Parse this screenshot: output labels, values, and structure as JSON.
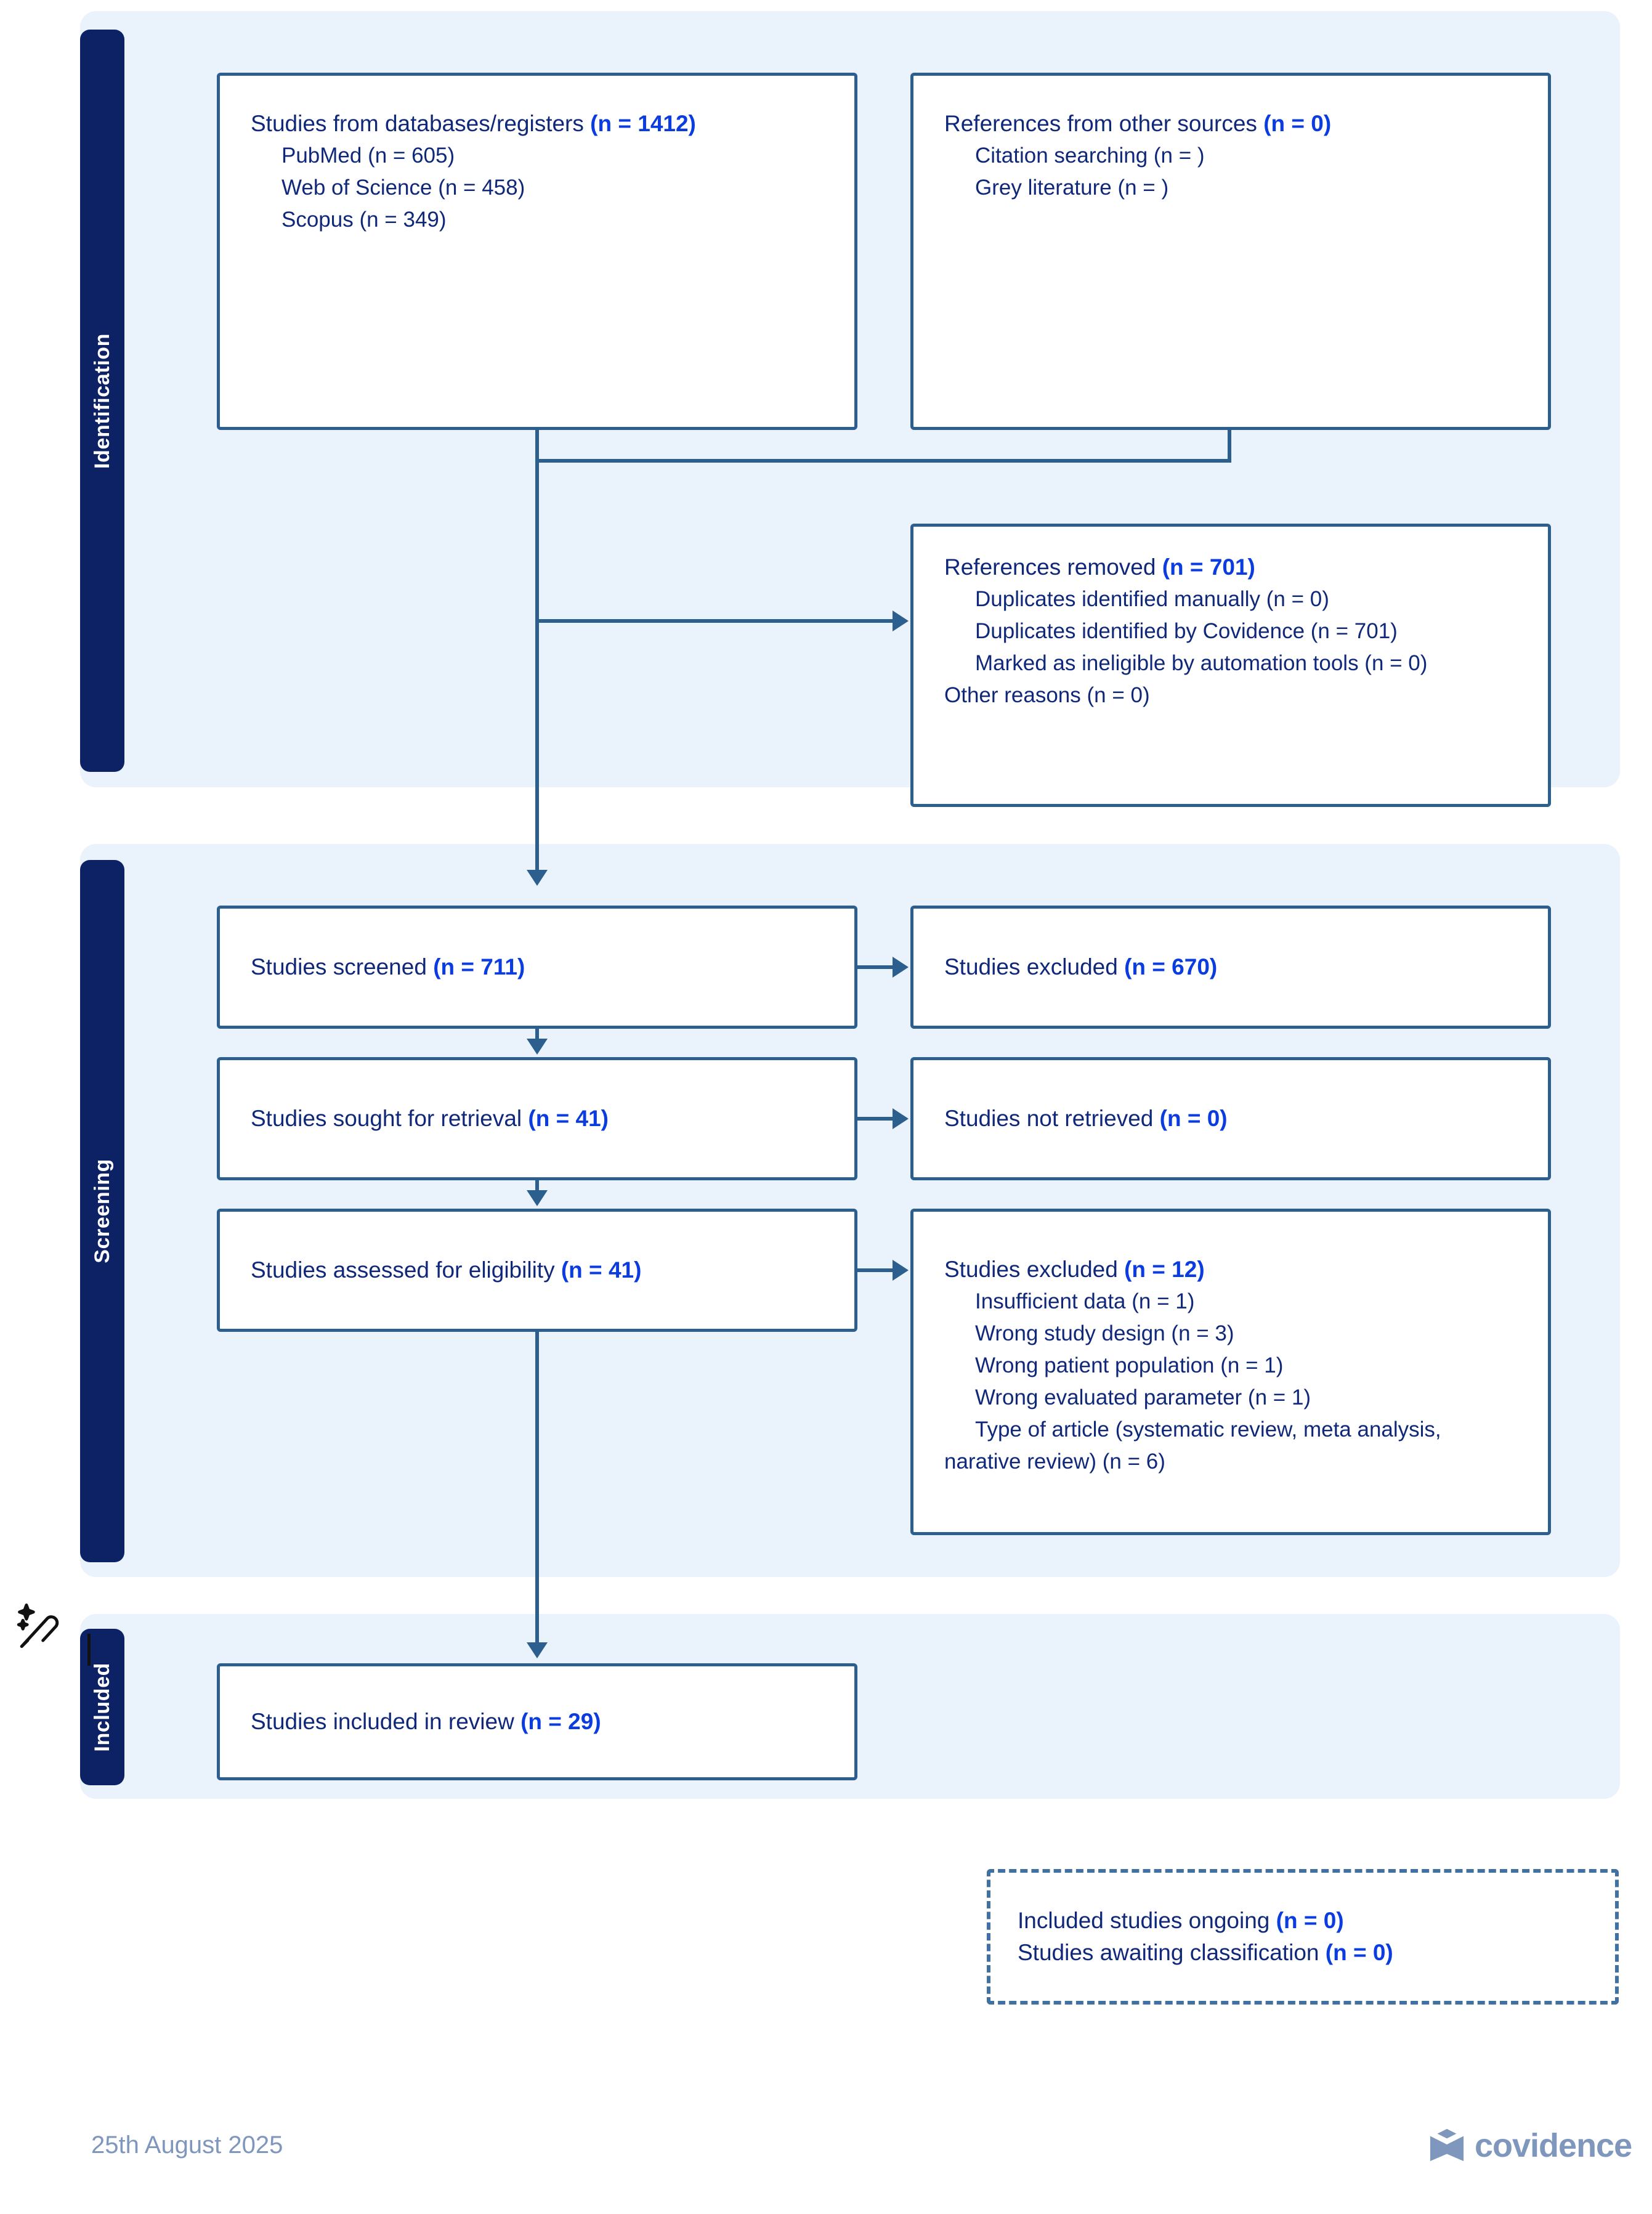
{
  "sections": {
    "identification": "Identification",
    "screening": "Screening",
    "included": "Included"
  },
  "boxes": {
    "databases": {
      "title": "Studies from databases/registers",
      "count": "(n = 1412)",
      "items": [
        "PubMed (n = 605)",
        "Web of Science (n = 458)",
        "Scopus (n = 349)"
      ]
    },
    "other_sources": {
      "title": "References from other sources",
      "count": "(n = 0)",
      "items": [
        "Citation searching (n = )",
        "Grey literature (n = )"
      ]
    },
    "references_removed": {
      "title": "References removed",
      "count": "(n = 701)",
      "items": [
        "Duplicates identified manually (n = 0)",
        "Duplicates identified by Covidence (n = 701)",
        "Marked as ineligible by automation tools (n = 0)"
      ],
      "items_flush": [
        "Other reasons (n = 0)"
      ]
    },
    "studies_screened": {
      "title": "Studies screened",
      "count": "(n = 711)"
    },
    "studies_excluded_screen": {
      "title": "Studies excluded",
      "count": "(n = 670)"
    },
    "studies_sought": {
      "title": "Studies sought for retrieval",
      "count": "(n = 41)"
    },
    "studies_not_retrieved": {
      "title": "Studies not retrieved",
      "count": "(n = 0)"
    },
    "studies_assessed": {
      "title": "Studies assessed for eligibility",
      "count": "(n = 41)"
    },
    "studies_excluded_elig": {
      "title": "Studies excluded",
      "count": "(n = 12)",
      "items": [
        "Insufficient data (n = 1)",
        "Wrong study design (n = 3)",
        "Wrong patient population (n = 1)",
        "Wrong evaluated parameter (n = 1)",
        "Type of article (systematic review, meta analysis,"
      ],
      "items_flush": [
        "narative review) (n = 6)"
      ]
    },
    "studies_included": {
      "title": "Studies included in review",
      "count": "(n = 29)"
    },
    "ongoing": {
      "line1_label": "Included studies ongoing",
      "line1_count": "(n = 0)",
      "line2_label": "Studies awaiting classification",
      "line2_count": "(n = 0)"
    }
  },
  "footer": {
    "date": "25th August 2025",
    "brand": "covidence"
  },
  "colors": {
    "band_background": "#eaf2fc",
    "tab_navy": "#0c2265",
    "box_border": "#2c5f8d",
    "text_navy": "#10287a",
    "highlight_blue": "#0b3ce0",
    "footer_gray_blue": "#7f96bd"
  },
  "icons": {
    "cursor": "magic-wand-pointer",
    "logo": "covidence-book-logo"
  }
}
